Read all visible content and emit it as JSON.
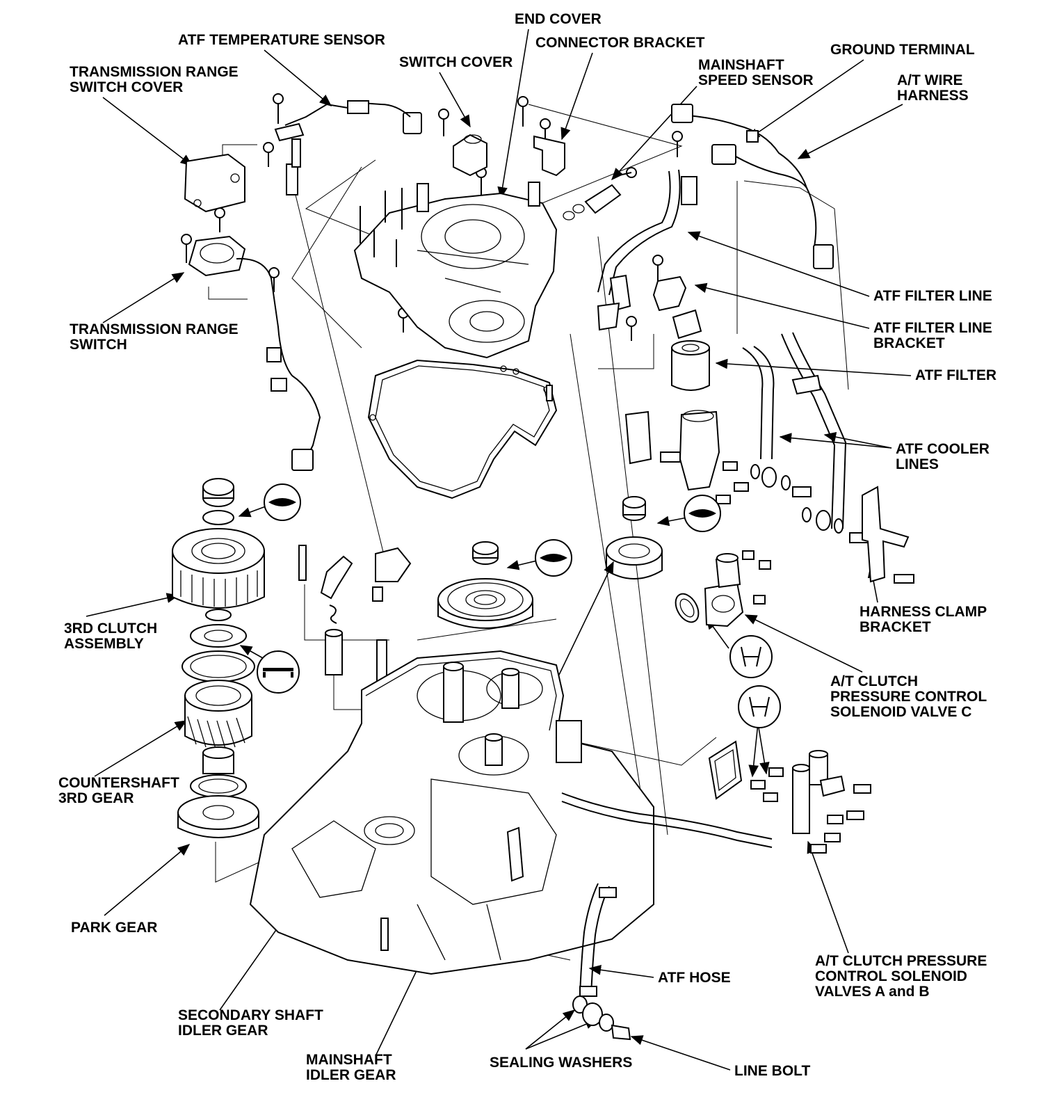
{
  "labels": {
    "end_cover": "END COVER",
    "atf_temperature_sensor": "ATF TEMPERATURE SENSOR",
    "connector_bracket": "CONNECTOR BRACKET",
    "switch_cover": "SWITCH COVER",
    "ground_terminal": "GROUND TERMINAL",
    "transmission_range_switch_cover": [
      "TRANSMISSION RANGE",
      "SWITCH COVER"
    ],
    "mainshaft_speed_sensor": [
      "MAINSHAFT",
      "SPEED SENSOR"
    ],
    "at_wire_harness": [
      "A/T WIRE",
      "HARNESS"
    ],
    "atf_filter_line": "ATF FILTER LINE",
    "atf_filter_line_bracket": [
      "ATF FILTER LINE",
      "BRACKET"
    ],
    "transmission_range_switch": [
      "TRANSMISSION RANGE",
      "SWITCH"
    ],
    "atf_filter": "ATF FILTER",
    "atf_cooler_lines": [
      "ATF COOLER",
      "LINES"
    ],
    "third_clutch_assembly": [
      "3RD CLUTCH",
      "ASSEMBLY"
    ],
    "harness_clamp_bracket": [
      "HARNESS CLAMP",
      "BRACKET"
    ],
    "solenoid_valve_c": [
      "A/T CLUTCH",
      "PRESSURE CONTROL",
      "SOLENOID VALVE C"
    ],
    "countershaft_3rd_gear": [
      "COUNTERSHAFT",
      "3RD GEAR"
    ],
    "park_gear": "PARK GEAR",
    "solenoid_valves_a_b": [
      "A/T CLUTCH PRESSURE",
      "CONTROL SOLENOID",
      "VALVES A and B"
    ],
    "atf_hose": "ATF HOSE",
    "secondary_shaft_idler_gear": [
      "SECONDARY SHAFT",
      "IDLER GEAR"
    ],
    "mainshaft_idler_gear": [
      "MAINSHAFT",
      "IDLER GEAR"
    ],
    "sealing_washers": "SEALING WASHERS",
    "line_bolt": "LINE BOLT"
  },
  "icons": [
    "replace-part-icon",
    "snap-ring-icon",
    "gasket-icon"
  ]
}
